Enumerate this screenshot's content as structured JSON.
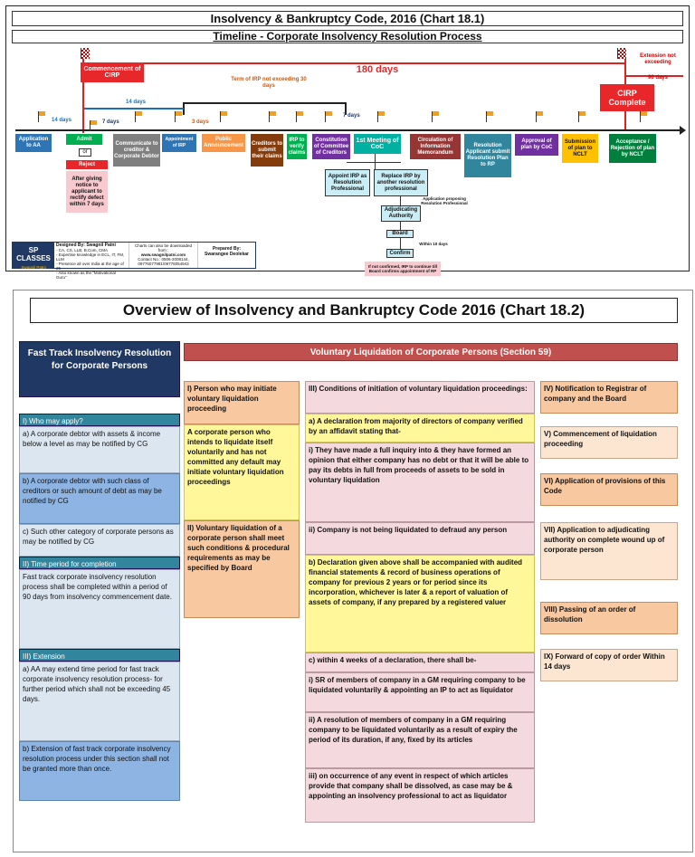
{
  "chart1": {
    "title": "Insolvency & Bankruptcy Code, 2016 (Chart 18.1)",
    "subtitle": "Timeline - Corporate Insolvency Resolution Process",
    "days_180": "180 days",
    "extension": "Extension not exceeding",
    "extension_days": "90 days",
    "commencement": "Commencement of CIRP",
    "cirp_complete": "CIRP Complete",
    "term_irp": "Term of IRP not exceeding 30 days",
    "d14a": "14 days",
    "d14b": "14 days",
    "d7a": "7 days",
    "d3": "3 days",
    "d7b": "7 days",
    "steps": {
      "application": "Application to AA",
      "admit": "Admit",
      "or": "or",
      "reject": "Reject",
      "reject_note": "After giving notice to applicant to rectify defect within 7 days",
      "communicate": "Communicate to creditor & Corporate Debtor",
      "appoint_irp": "Appointment of IRP",
      "public": "Public Announcement",
      "creditors": "Creditors to submit their claims",
      "verify": "IRP to verify claims",
      "constitution": "Constitution of Committee of Creditors",
      "first_meeting": "1st Meeting of CoC",
      "circulation": "Circulation of Information Memorandum",
      "resolution": "Resolution Applicant submit Resolution Plan to RP",
      "approval": "Approval of plan by CoC",
      "submission": "Submission of plan to NCLT",
      "acceptance": "Acceptance / Rejection of plan by NCLT",
      "appoint_rp": "Appoint IRP as Resolution Professional",
      "replace": "Replace IRP by another resolution professional",
      "app_note": "Application proposing Resolution Professional",
      "adjudicating": "Adjudicating Authority",
      "board": "Board",
      "within10": "Within 10 days",
      "confirm": "Confirm",
      "not_confirmed": "If not confirmed, IRP to continue till Board confirms appointment of RP"
    },
    "footer": {
      "logo": "SP CLASSES",
      "logo_sub": "Swagnil Patni",
      "designed_by": "Designed By: Swagnil Patni",
      "credentials": [
        "- CA, CS, LLB, B.Com, CMA",
        "- Expertise knowledge in ECL, IT, FM, LLM",
        "- Presence all over India at the age of 25",
        "- Also known as the \"Motivational Guru\""
      ],
      "charts_download": "Charts can also be downloaded from :",
      "website": "www.swagnilpatni.com",
      "contact": "Contact No.: 0506-2008144, 09776077981/09776054943",
      "prepared_by": "Prepared By:",
      "preparer": "Swarangee Deolekar"
    }
  },
  "chart2": {
    "title": "Overview of Insolvency and Bankruptcy Code 2016 (Chart 18.2)",
    "left_title": "Fast Track Insolvency Resolution for Corporate Persons",
    "who_head": "I) Who may apply?",
    "who_a": "a) A corporate debtor with assets & income below a level as may be notified by CG",
    "who_b": "b) A corporate debtor with such class of creditors or such amount of debt as may be notified by CG",
    "who_c": "c) Such other category of corporate persons as may be notified by CG",
    "time_head": "II) Time period for completion",
    "time_text": "Fast track corporate insolvency resolution process shall be completed within a period of 90 days from insolvency commencement date.",
    "ext_head": "III) Extension",
    "ext_a": "a) AA may extend time period for fast track corporate insolvency resolution process- for further period which shall not be exceeding 45 days.",
    "ext_b": "b) Extension of fast track corporate insolvency resolution process under this section shall not be granted more than once.",
    "vol_title": "Voluntary Liquidation of Corporate Persons (Section 59)",
    "col1_i": "I) Person who may initiate voluntary liquidation proceeding",
    "col1_text": "A corporate person who intends to liquidate itself voluntarily and has not committed any default may initiate voluntary liquidation proceedings",
    "col1_ii": "II) Voluntary liquidation of a corporate person shall meet such conditions & procedural requirements as may be specified by Board",
    "col2_head": "III) Conditions of initiation of voluntary liquidation proceedings:",
    "col2_a": "a) A declaration from majority of directors of company verified by an affidavit stating that-",
    "col2_i": "i) They have made a full inquiry into & they have formed an opinion that either company has no debt or that it will be able to pay its debts in full from proceeds of assets to be sold in voluntary liquidation",
    "col2_ii": "ii) Company is not being liquidated to defraud any person",
    "col2_b": "b) Declaration given above shall be accompanied with audited financial statements & record of business operations of company for previous 2 years or for period since its incorporation, whichever is later & a report of valuation of assets of company, if any prepared by a registered valuer",
    "col2_c": "c) within 4 weeks of a declaration, there shall be-",
    "col2_ci": "i) SR of members of company in a GM requiring company to be liquidated voluntarily & appointing an IP to act as liquidator",
    "col2_cii": "ii) A resolution of members of company in a GM requiring company to be liquidated voluntarily as a result of expiry the period of its duration, if any, fixed by its articles",
    "col2_ciii": "iii) on occurrence of any event in respect of which articles provide that company shall be dissolved, as case may be & appointing an insolvency professional to act as liquidator",
    "col3_iv": "IV) Notification to Registrar of company and the Board",
    "col3_v": "V) Commencement of liquidation proceeding",
    "col3_vi": "VI) Application of provisions of this Code",
    "col3_vii": "VII) Application to adjudicating authority on complete wound up of corporate person",
    "col3_viii": "VIII) Passing of an order of dissolution",
    "col3_ix": "IX) Forward of copy of order Within 14 days"
  },
  "colors": {
    "accent_red": "#e8272b",
    "navy": "#1f3864",
    "teal": "#31859c",
    "liquidation_red": "#c0504d"
  }
}
